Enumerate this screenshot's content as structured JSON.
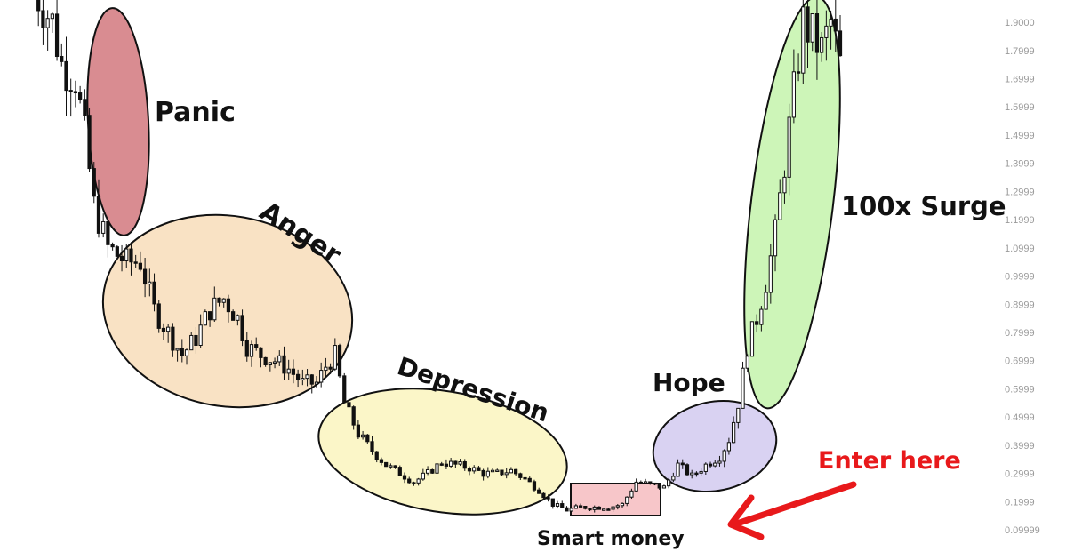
{
  "chart_data": {
    "type": "candlestick",
    "y_axis": {
      "position": "right",
      "ticks": [
        "1.9000",
        "1.7999",
        "1.6999",
        "1.5999",
        "1.4999",
        "1.3999",
        "1.2999",
        "1.1999",
        "1.0999",
        "0.9999",
        "0.8999",
        "0.7999",
        "0.6999",
        "0.5999",
        "0.4999",
        "0.3999",
        "0.2999",
        "0.1999",
        "0.09999"
      ],
      "ylim": [
        0.07,
        2.06
      ]
    },
    "stages": [
      {
        "id": "panic",
        "label": "Panic",
        "color": "#d98c91"
      },
      {
        "id": "anger",
        "label": "Anger",
        "color": "#f9e2c4"
      },
      {
        "id": "depression",
        "label": "Depression",
        "color": "#fbf6c8"
      },
      {
        "id": "smart-money",
        "label": "Smart money",
        "color": "#f7c6c9"
      },
      {
        "id": "hope",
        "label": "Hope",
        "color": "#d9d2f2"
      },
      {
        "id": "surge",
        "label": "100x Surge",
        "color": "#cdf5b8"
      }
    ],
    "annotation": {
      "label": "Enter here",
      "color": "#e8191b"
    },
    "price_path": [
      [
        0,
        2.02
      ],
      [
        4,
        1.9
      ],
      [
        6,
        1.75
      ],
      [
        9,
        1.7
      ],
      [
        11,
        1.5
      ],
      [
        13,
        1.25
      ],
      [
        16,
        1.1
      ],
      [
        20,
        1.05
      ],
      [
        23,
        1.05
      ],
      [
        26,
        0.88
      ],
      [
        29,
        0.8
      ],
      [
        32,
        0.72
      ],
      [
        35,
        0.78
      ],
      [
        38,
        0.88
      ],
      [
        41,
        0.92
      ],
      [
        44,
        0.85
      ],
      [
        46,
        0.75
      ],
      [
        49,
        0.72
      ],
      [
        52,
        0.7
      ],
      [
        55,
        0.67
      ],
      [
        58,
        0.62
      ],
      [
        61,
        0.62
      ],
      [
        63,
        0.68
      ],
      [
        65,
        0.72
      ],
      [
        67,
        0.55
      ],
      [
        70,
        0.44
      ],
      [
        73,
        0.38
      ],
      [
        76,
        0.33
      ],
      [
        79,
        0.3
      ],
      [
        82,
        0.27
      ],
      [
        85,
        0.3
      ],
      [
        88,
        0.34
      ],
      [
        91,
        0.33
      ],
      [
        94,
        0.32
      ],
      [
        97,
        0.3
      ],
      [
        100,
        0.3
      ],
      [
        103,
        0.31
      ],
      [
        106,
        0.28
      ],
      [
        109,
        0.24
      ],
      [
        112,
        0.19
      ],
      [
        115,
        0.17
      ],
      [
        118,
        0.18
      ],
      [
        121,
        0.18
      ],
      [
        124,
        0.18
      ],
      [
        127,
        0.19
      ],
      [
        130,
        0.27
      ],
      [
        133,
        0.26
      ],
      [
        136,
        0.25
      ],
      [
        139,
        0.33
      ],
      [
        142,
        0.29
      ],
      [
        145,
        0.33
      ],
      [
        148,
        0.36
      ],
      [
        150,
        0.42
      ],
      [
        152,
        0.55
      ],
      [
        154,
        0.75
      ],
      [
        156,
        0.85
      ],
      [
        158,
        0.98
      ],
      [
        160,
        1.15
      ],
      [
        162,
        1.4
      ],
      [
        164,
        1.65
      ],
      [
        166,
        1.9
      ],
      [
        168,
        1.85
      ],
      [
        170,
        1.8
      ],
      [
        172,
        1.9
      ],
      [
        174,
        1.75
      ]
    ]
  }
}
